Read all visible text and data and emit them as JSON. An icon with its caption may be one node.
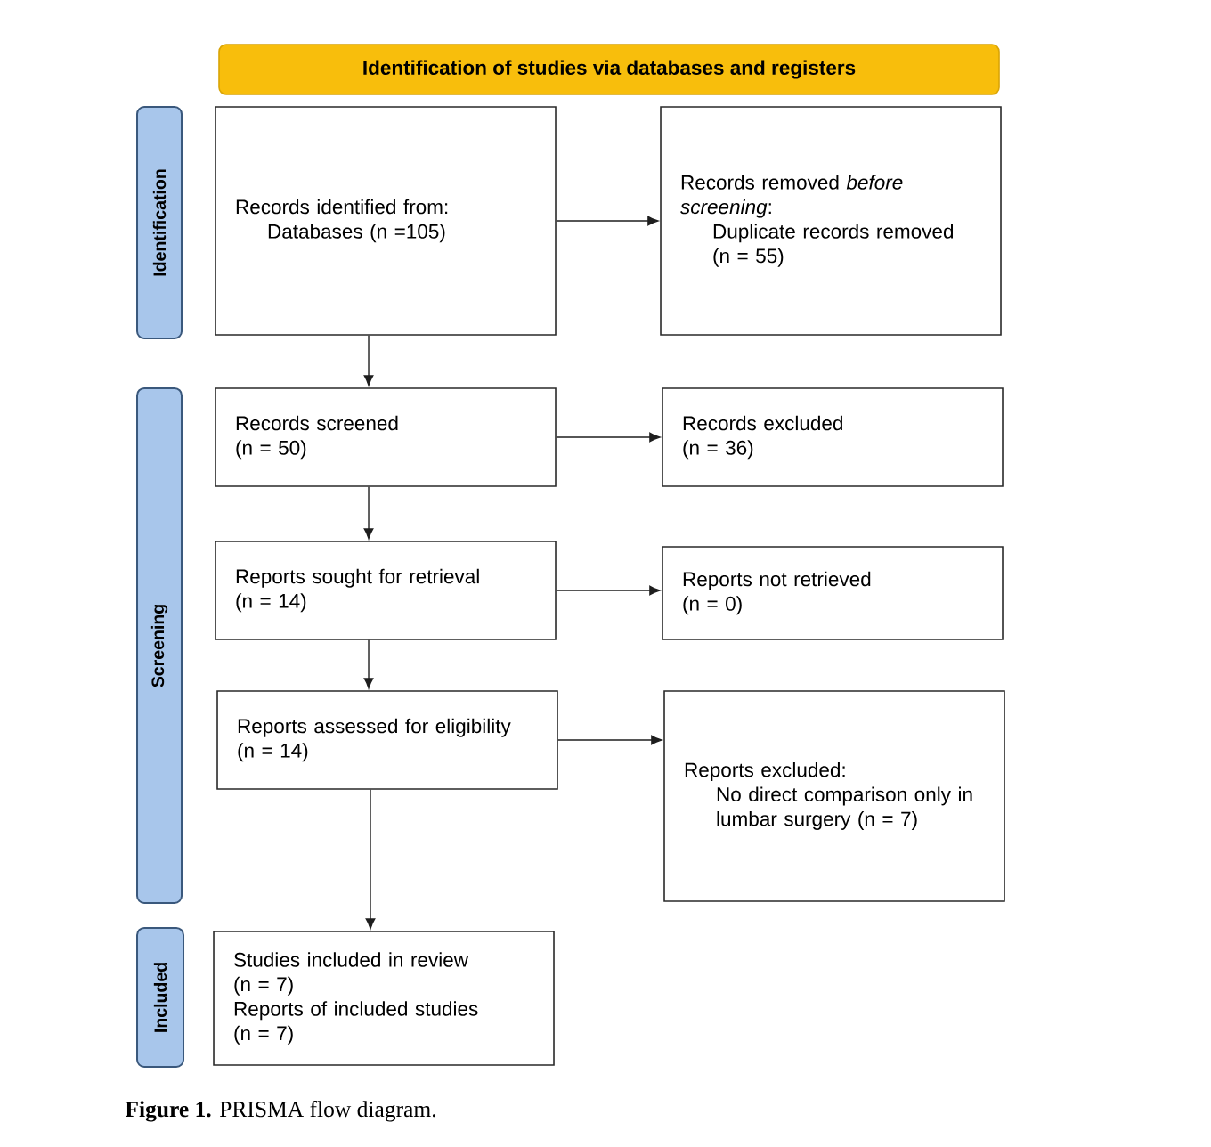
{
  "diagram": {
    "caption": "**Figure 1.** PRISMA flow diagram.",
    "nodes": [
      {
        "text": [
          "Identification of studies via databases and registers"
        ]
      },
      {
        "text": [
          "Identification"
        ]
      },
      {
        "text": [
          "Records identified from:",
          "Databases (n =105)"
        ]
      },
      {
        "text": [
          "Records removed *before screening*:",
          "Duplicate records removed (n = 55)"
        ]
      },
      {
        "text": [
          "Screening"
        ]
      },
      {
        "text": [
          "Records screened",
          "(n = 50)"
        ]
      },
      {
        "text": [
          "Records excluded",
          "(n = 36)"
        ]
      },
      {
        "text": [
          "Reports sought for retrieval",
          "(n = 14)"
        ]
      },
      {
        "text": [
          "Reports not retrieved",
          "(n = 0)"
        ]
      },
      {
        "text": [
          "Reports assessed for eligibility",
          "(n = 14)"
        ]
      },
      {
        "text": [
          "Reports excluded:",
          "No direct comparison only in lumbar surgery (n = 7)"
        ]
      },
      {
        "text": [
          "Included"
        ]
      },
      {
        "text": [
          "Studies included in review",
          "(n = 7)",
          "Reports of included studies",
          "(n = 7)"
        ]
      }
    ],
    "edges": [
      {
        "from": 2,
        "to": 3,
        "arrow": "to"
      },
      {
        "from": 2,
        "to": 5,
        "arrow": "to"
      },
      {
        "from": 5,
        "to": 6,
        "arrow": "to"
      },
      {
        "from": 5,
        "to": 7,
        "arrow": "to"
      },
      {
        "from": 7,
        "to": 8,
        "arrow": "to"
      },
      {
        "from": 7,
        "to": 9,
        "arrow": "to"
      },
      {
        "from": 9,
        "to": 10,
        "arrow": "to"
      },
      {
        "from": 9,
        "to": 12,
        "arrow": "to"
      }
    ]
  }
}
